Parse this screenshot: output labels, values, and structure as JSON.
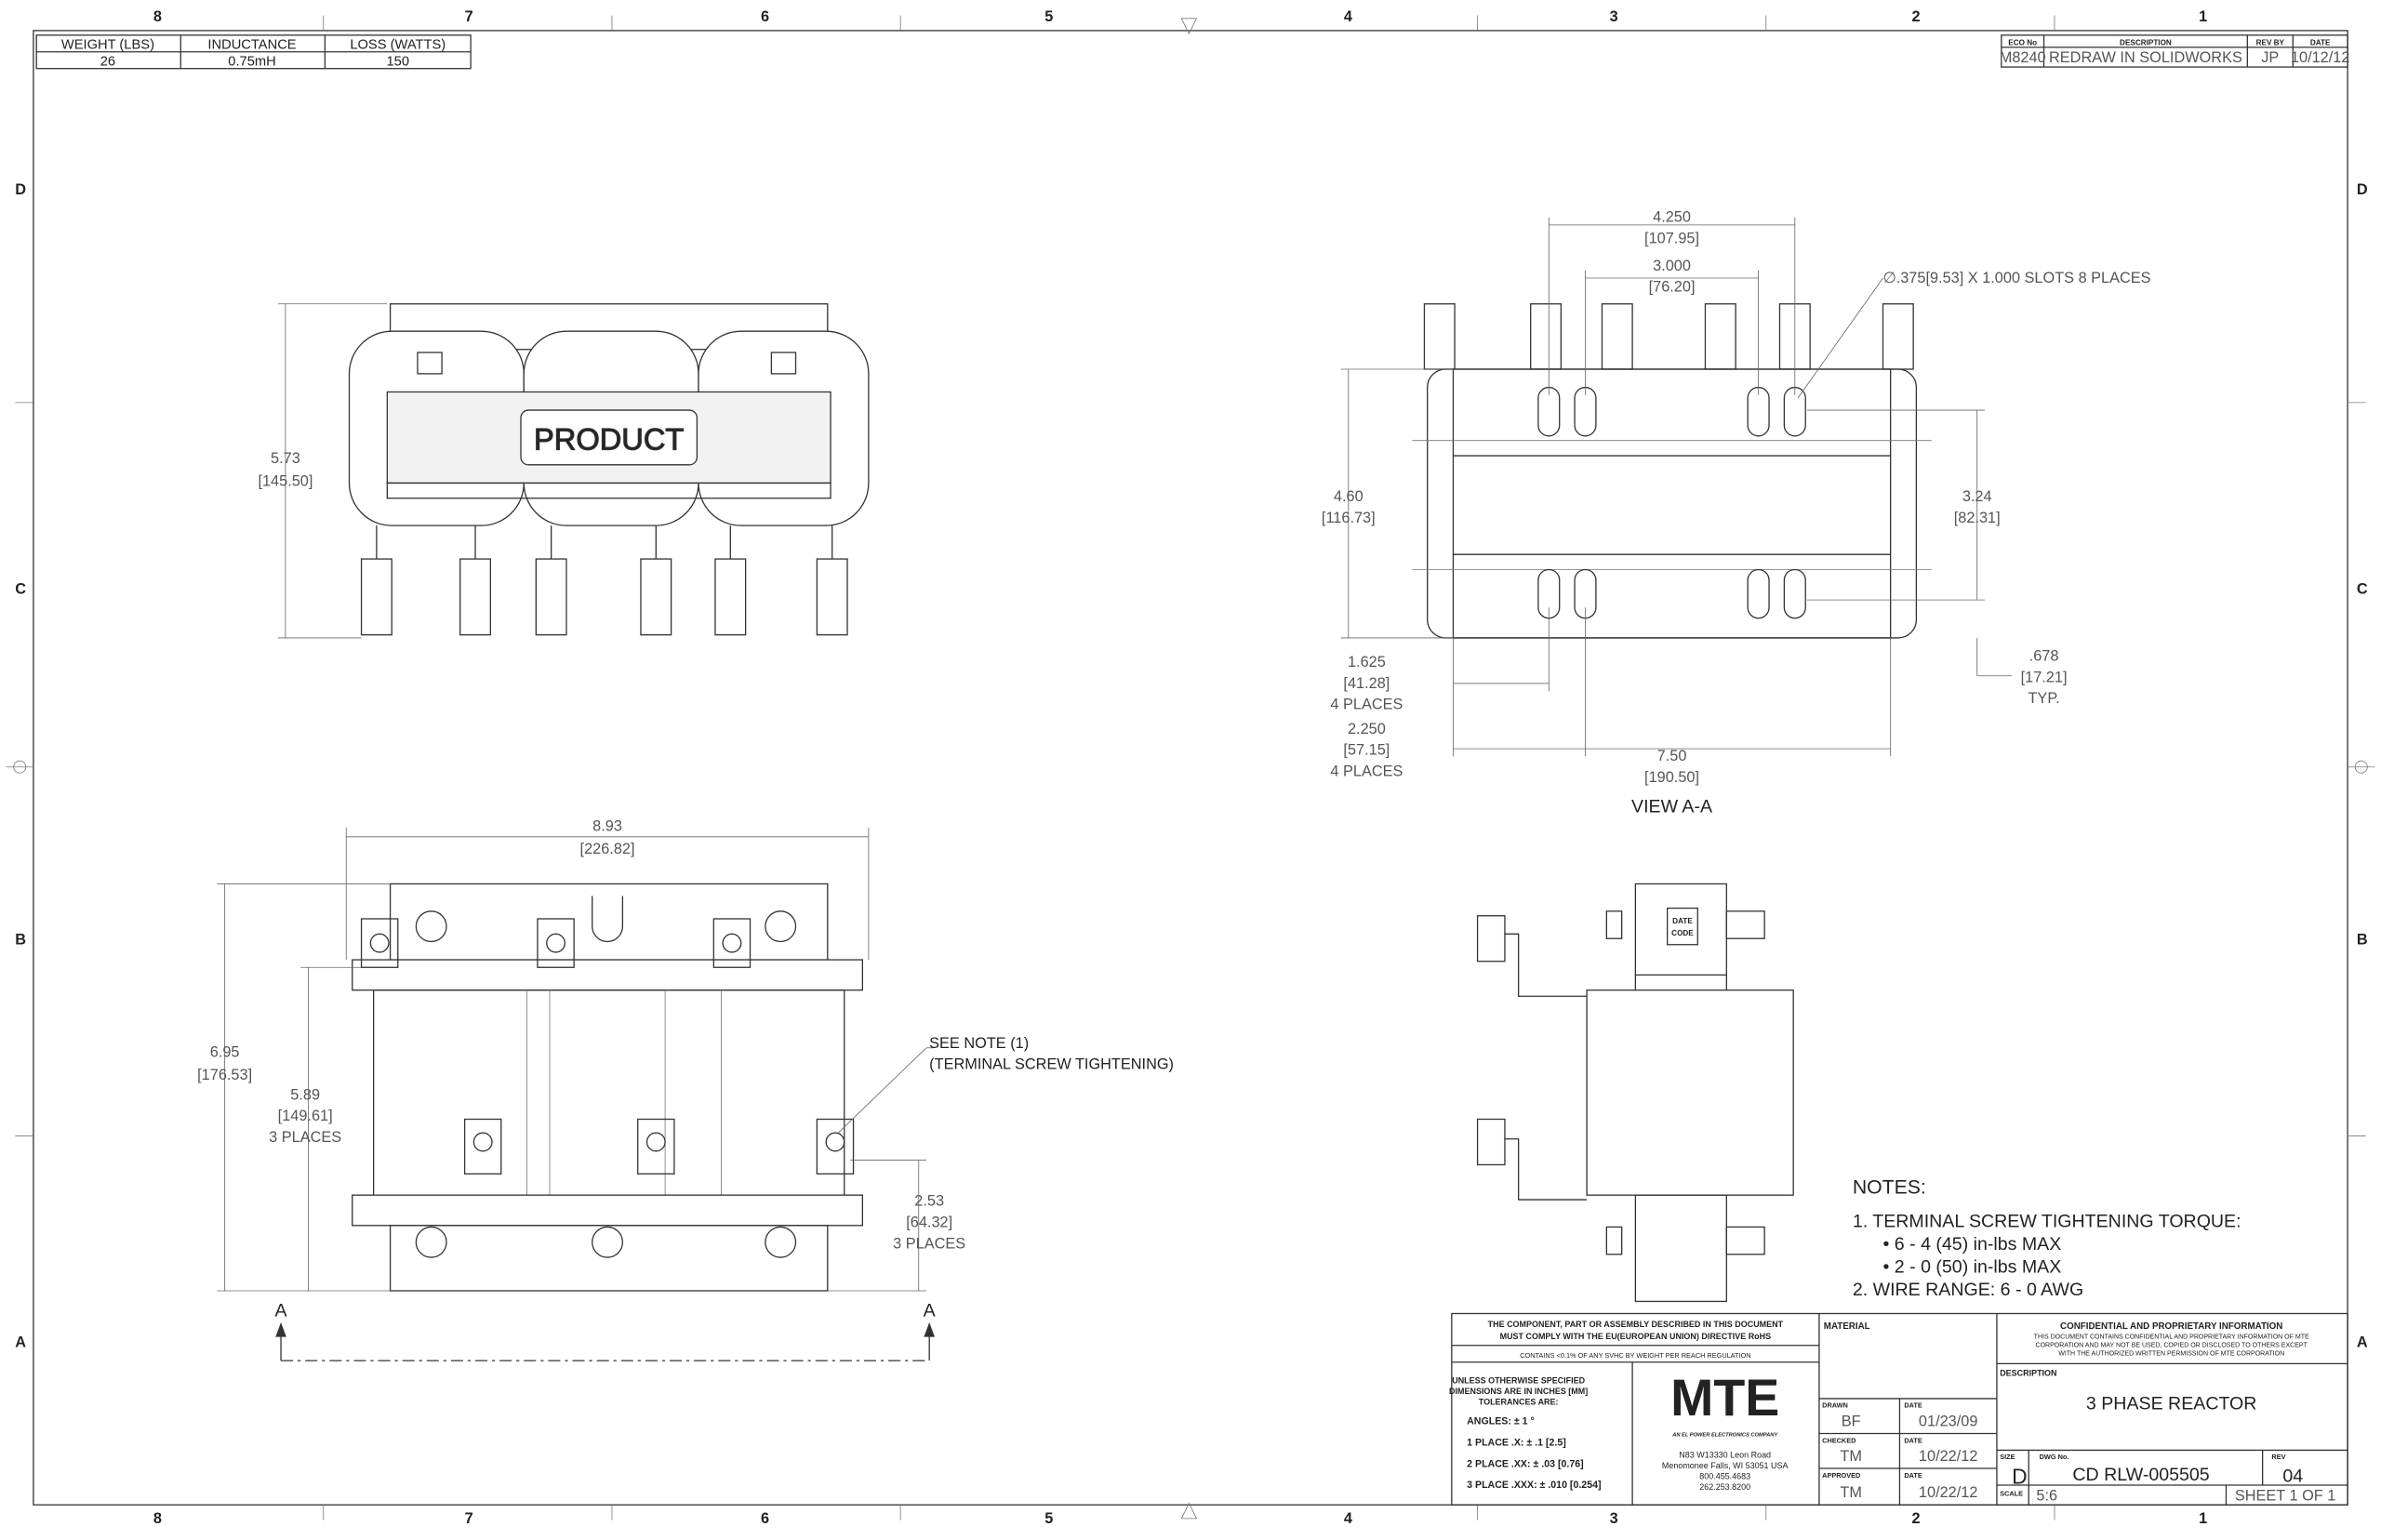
{
  "zones": {
    "cols": [
      "8",
      "7",
      "6",
      "5",
      "4",
      "3",
      "2",
      "1"
    ],
    "rows": [
      "D",
      "C",
      "B",
      "A"
    ]
  },
  "spec_table": {
    "headers": [
      "WEIGHT (LBS)",
      "INDUCTANCE",
      "LOSS (WATTS)"
    ],
    "values": [
      "26",
      "0.75mH",
      "150"
    ]
  },
  "eco_table": {
    "headers": [
      "ECO No",
      "DESCRIPTION",
      "REV BY",
      "DATE"
    ],
    "row": [
      "M8240",
      "REDRAW IN SOLIDWORKS",
      "JP",
      "10/12/12"
    ]
  },
  "front_view": {
    "label": "PRODUCT",
    "dim_height": [
      "5.73",
      "[145.50]"
    ]
  },
  "top_view": {
    "dim_width": [
      "8.93",
      "[226.82]"
    ],
    "dim_height": [
      "6.95",
      "[176.53]"
    ],
    "dim_terminal": [
      "5.89",
      "[149.61]",
      "3 PLACES"
    ],
    "dim_lower": [
      "2.53",
      "[64.32]",
      "3 PLACES"
    ],
    "note_callout": [
      "SEE NOTE (1)",
      "(TERMINAL SCREW TIGHTENING)"
    ],
    "section_marks": [
      "A",
      "A"
    ]
  },
  "view_aa": {
    "title": "VIEW A-A",
    "dim_outer_slots": [
      "4.250",
      "[107.95]"
    ],
    "dim_inner_slots": [
      "3.000",
      "[76.20]"
    ],
    "slot_note": "∅.375[9.53] X 1.000 SLOTS 8 PLACES",
    "dim_height": [
      "4.60",
      "[116.73]"
    ],
    "dim_slot_span": [
      "3.24",
      "[82.31]"
    ],
    "dim_1625": [
      "1.625",
      "[41.28]",
      "4 PLACES"
    ],
    "dim_2250": [
      "2.250",
      "[57.15]",
      "4 PLACES"
    ],
    "dim_width": [
      "7.50",
      "[190.50]"
    ],
    "dim_678": [
      ".678",
      "[17.21]",
      "TYP."
    ]
  },
  "side_view": {
    "date_code": [
      "DATE",
      "CODE"
    ]
  },
  "notes": {
    "title": "NOTES:",
    "items": [
      "1.  TERMINAL SCREW TIGHTENING TORQUE:",
      "•   6 - 4 (45) in-lbs MAX",
      "•   2 - 0 (50) in-lbs MAX",
      "2.  WIRE RANGE: 6 - 0 AWG"
    ]
  },
  "title_block": {
    "rohs": [
      "THE COMPONENT, PART OR ASSEMBLY DESCRIBED IN THIS DOCUMENT",
      "MUST COMPLY WITH THE EU(EUROPEAN UNION) DIRECTIVE RoHS"
    ],
    "reach": "CONTAINS <0.1% OF ANY SVHC BY WEIGHT PER REACH REGULATION",
    "tolerances": [
      "UNLESS OTHERWISE SPECIFIED",
      "DIMENSIONS ARE IN INCHES [MM]",
      "TOLERANCES ARE:",
      "ANGLES: ± 1 °",
      "1 PLACE .X: ± .1 [2.5]",
      "2 PLACE .XX: ± .03 [0.76]",
      "3 PLACE .XXX: ± .010 [0.254]"
    ],
    "logo": "MTE",
    "logo_sub": "AN EL POWER ELECTRONICS COMPANY",
    "address": [
      "N83 W13330 Leon Road",
      "Menomonee Falls, WI 53051 USA",
      "800.455.4683",
      "262.253.8200"
    ],
    "material_label": "MATERIAL",
    "drawn": {
      "label": "DRAWN",
      "value": "BF",
      "date_label": "DATE",
      "date": "01/23/09"
    },
    "checked": {
      "label": "CHECKED",
      "value": "TM",
      "date_label": "DATE",
      "date": "10/22/12"
    },
    "approved": {
      "label": "APPROVED",
      "value": "TM",
      "date_label": "DATE",
      "date": "10/22/12"
    },
    "confidential": [
      "CONFIDENTIAL AND PROPRIETARY INFORMATION",
      "THIS DOCUMENT CONTAINS CONFIDENTIAL AND PROPRIETARY INFORMATION OF MTE",
      "CORPORATION AND MAY NOT BE USED, COPIED OR DISCLOSED TO OTHERS EXCEPT",
      "WITH THE AUTHORIZED WRITTEN PERMISSION OF MTE CORPORATION"
    ],
    "description_label": "DESCRIPTION",
    "description": "3 PHASE REACTOR",
    "size_label": "SIZE",
    "size": "D",
    "dwg_label": "DWG No.",
    "dwg": "CD RLW-005505",
    "rev_label": "REV",
    "rev": "04",
    "scale_label": "SCALE",
    "scale": "5:6",
    "sheet": "SHEET 1  OF 1"
  }
}
